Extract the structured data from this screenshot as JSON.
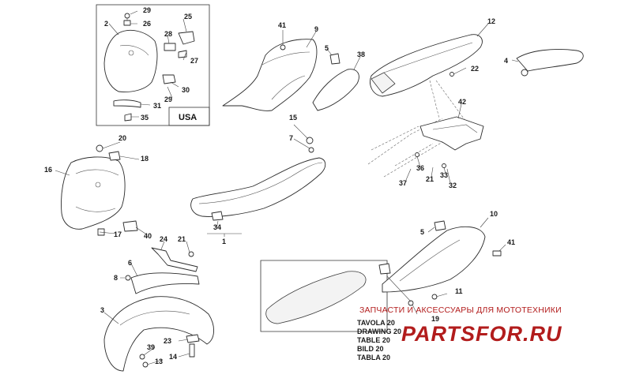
{
  "callouts": [
    {
      "id": "c29a",
      "text": "29"
    },
    {
      "id": "c2",
      "text": "2"
    },
    {
      "id": "c26",
      "text": "26"
    },
    {
      "id": "c25",
      "text": "25"
    },
    {
      "id": "c28",
      "text": "28"
    },
    {
      "id": "c27",
      "text": "27"
    },
    {
      "id": "c30",
      "text": "30"
    },
    {
      "id": "c29b",
      "text": "29"
    },
    {
      "id": "c31",
      "text": "31"
    },
    {
      "id": "c35",
      "text": "35"
    },
    {
      "id": "c41a",
      "text": "41"
    },
    {
      "id": "c9",
      "text": "9"
    },
    {
      "id": "c5a",
      "text": "5"
    },
    {
      "id": "c38",
      "text": "38"
    },
    {
      "id": "c12",
      "text": "12"
    },
    {
      "id": "c4",
      "text": "4"
    },
    {
      "id": "c22",
      "text": "22"
    },
    {
      "id": "c42",
      "text": "42"
    },
    {
      "id": "c15",
      "text": "15"
    },
    {
      "id": "c7",
      "text": "7"
    },
    {
      "id": "c20",
      "text": "20"
    },
    {
      "id": "c18",
      "text": "18"
    },
    {
      "id": "c16",
      "text": "16"
    },
    {
      "id": "c36",
      "text": "36"
    },
    {
      "id": "c33",
      "text": "33"
    },
    {
      "id": "c21a",
      "text": "21"
    },
    {
      "id": "c37",
      "text": "37"
    },
    {
      "id": "c32",
      "text": "32"
    },
    {
      "id": "c34",
      "text": "34"
    },
    {
      "id": "c1",
      "text": "1"
    },
    {
      "id": "c17",
      "text": "17"
    },
    {
      "id": "c40",
      "text": "40"
    },
    {
      "id": "c24",
      "text": "24"
    },
    {
      "id": "c21b",
      "text": "21"
    },
    {
      "id": "c6",
      "text": "6"
    },
    {
      "id": "c8",
      "text": "8"
    },
    {
      "id": "c3",
      "text": "3"
    },
    {
      "id": "c10",
      "text": "10"
    },
    {
      "id": "c5b",
      "text": "5"
    },
    {
      "id": "c41b",
      "text": "41"
    },
    {
      "id": "c11",
      "text": "11"
    },
    {
      "id": "c19",
      "text": "19"
    },
    {
      "id": "c23",
      "text": "23"
    },
    {
      "id": "c39",
      "text": "39"
    },
    {
      "id": "c14",
      "text": "14"
    },
    {
      "id": "c13",
      "text": "13"
    }
  ],
  "inset": {
    "usa_label": "USA"
  },
  "table_labels": [
    "TAVOLA 20",
    "DRAWING 20",
    "TABLE 20",
    "BILD 20",
    "TABLA 20"
  ],
  "watermark": {
    "text": "ЗАПЧАСТИ И АКСЕССУАРЫ ДЛЯ МОТОТЕХНИКИ",
    "logo_text": "PARTSFOR.RU",
    "color": "#b21c1c"
  }
}
